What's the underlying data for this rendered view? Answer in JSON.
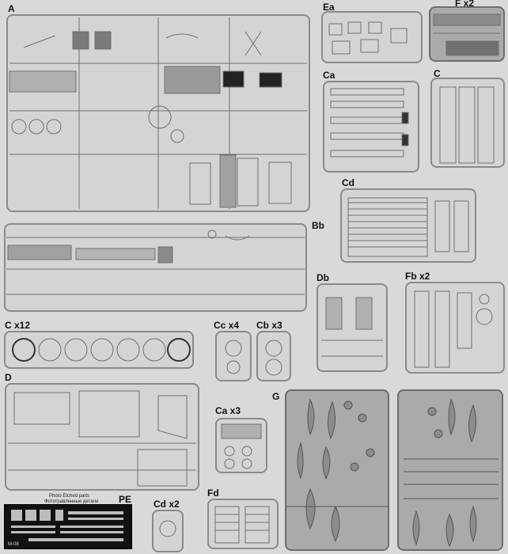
{
  "labels": {
    "A": "A",
    "Ea": "Ea",
    "F": "F x2",
    "Ca": "Ca",
    "C": "C",
    "Cd": "Cd",
    "Bb": "Bb",
    "Db": "Db",
    "Fb": "Fb x2",
    "C12": "C x12",
    "Cc": "Cc x4",
    "Cb": "Cb x3",
    "D": "D",
    "G": "G",
    "Ca3": "Ca x3",
    "PE": "PE",
    "Cd2": "Cd x2",
    "Fd": "Fd"
  },
  "pe": {
    "line1": "Photo Etched parts",
    "line2": "Фототравленные детали",
    "code": "M-08"
  },
  "colors": {
    "background": "#d9d9d7",
    "sprue": "#8a8a8a",
    "plastic_light": "#d4d4d2",
    "plastic_dark": "#a9aba8",
    "brass": "#121212"
  }
}
